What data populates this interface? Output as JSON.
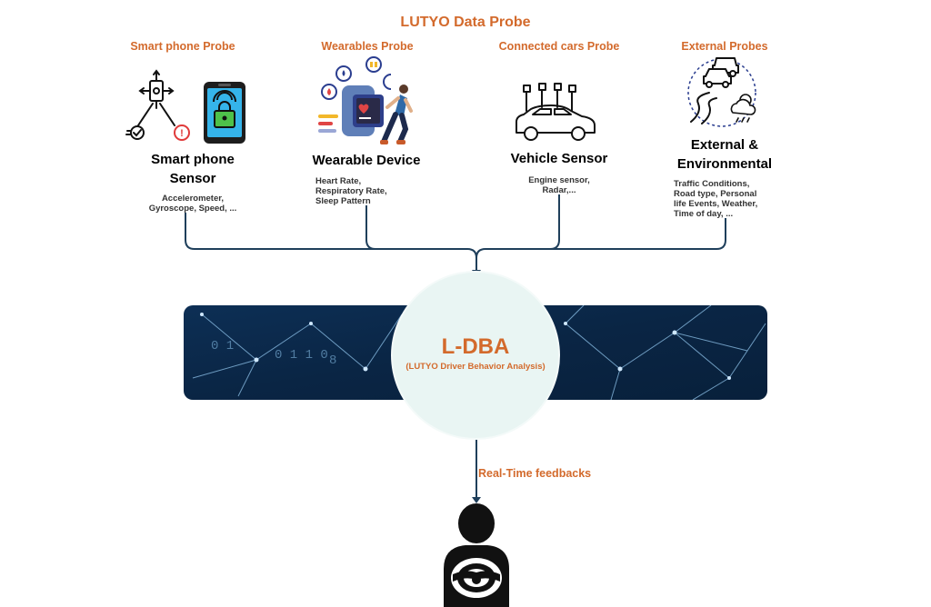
{
  "title": "LUTYO Data Probe",
  "probes": [
    {
      "label": "Smart phone Probe",
      "title_line1": "Smart phone",
      "title_line2": "Sensor",
      "desc": [
        "Accelerometer,",
        "Gyroscope, Speed, ..."
      ]
    },
    {
      "label": "Wearables Probe",
      "title_line1": "Wearable Device",
      "title_line2": "",
      "desc": [
        "Heart Rate,",
        "Respiratory Rate,",
        "Sleep Pattern"
      ]
    },
    {
      "label": "Connected cars Probe",
      "title_line1": "Vehicle Sensor",
      "title_line2": "",
      "desc": [
        "Engine sensor,",
        "Radar,..."
      ]
    },
    {
      "label": "External Probes",
      "title_line1": "External &",
      "title_line2": "Environmental",
      "desc": [
        "Traffic Conditions,",
        "Road type, Personal",
        "life Events, Weather,",
        "Time of day, ..."
      ]
    }
  ],
  "center": {
    "title": "L-DBA",
    "subtitle": "(LUTYO Driver Behavior Analysis)"
  },
  "feedback_label": "Real-Time feedbacks",
  "colors": {
    "accent": "#d36a2c",
    "connector": "#1f3f5b",
    "circle": "#e9f5f3",
    "band": "#0b2a4a"
  },
  "icons": [
    "smartphone-sensor-icon",
    "smartphone-lock-icon",
    "wearable-watch-icon",
    "runner-icon",
    "car-sensor-icon",
    "traffic-weather-icon",
    "driver-icon"
  ]
}
